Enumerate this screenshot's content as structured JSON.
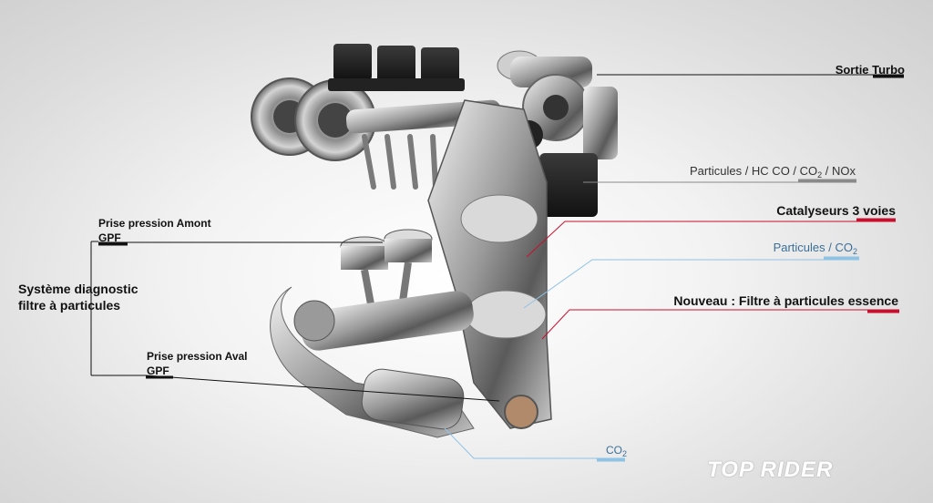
{
  "labels": {
    "sortie_turbo": "Sortie Turbo",
    "particules_hc_co_co2_nox": "Particules / HC CO / CO2 / NOx",
    "catalyseurs": "Catalyseurs 3 voies",
    "particules_co2": "Particules / CO2",
    "nouveau_filtre": "Nouveau : Filtre à particules essence",
    "co2": "CO2",
    "prise_amont_line1": "Prise pression Amont",
    "prise_amont_line2": "GPF",
    "systeme_line1": "Système diagnostic",
    "systeme_line2": "filtre à particules",
    "prise_aval_line1": "Prise pression Aval",
    "prise_aval_line2": "GPF"
  },
  "watermark": "TOP RIDER",
  "colors": {
    "black_line": "#111111",
    "red_line": "#c8102e",
    "blue_line": "#8fc3e6",
    "gray_line": "#8a8a8a"
  }
}
